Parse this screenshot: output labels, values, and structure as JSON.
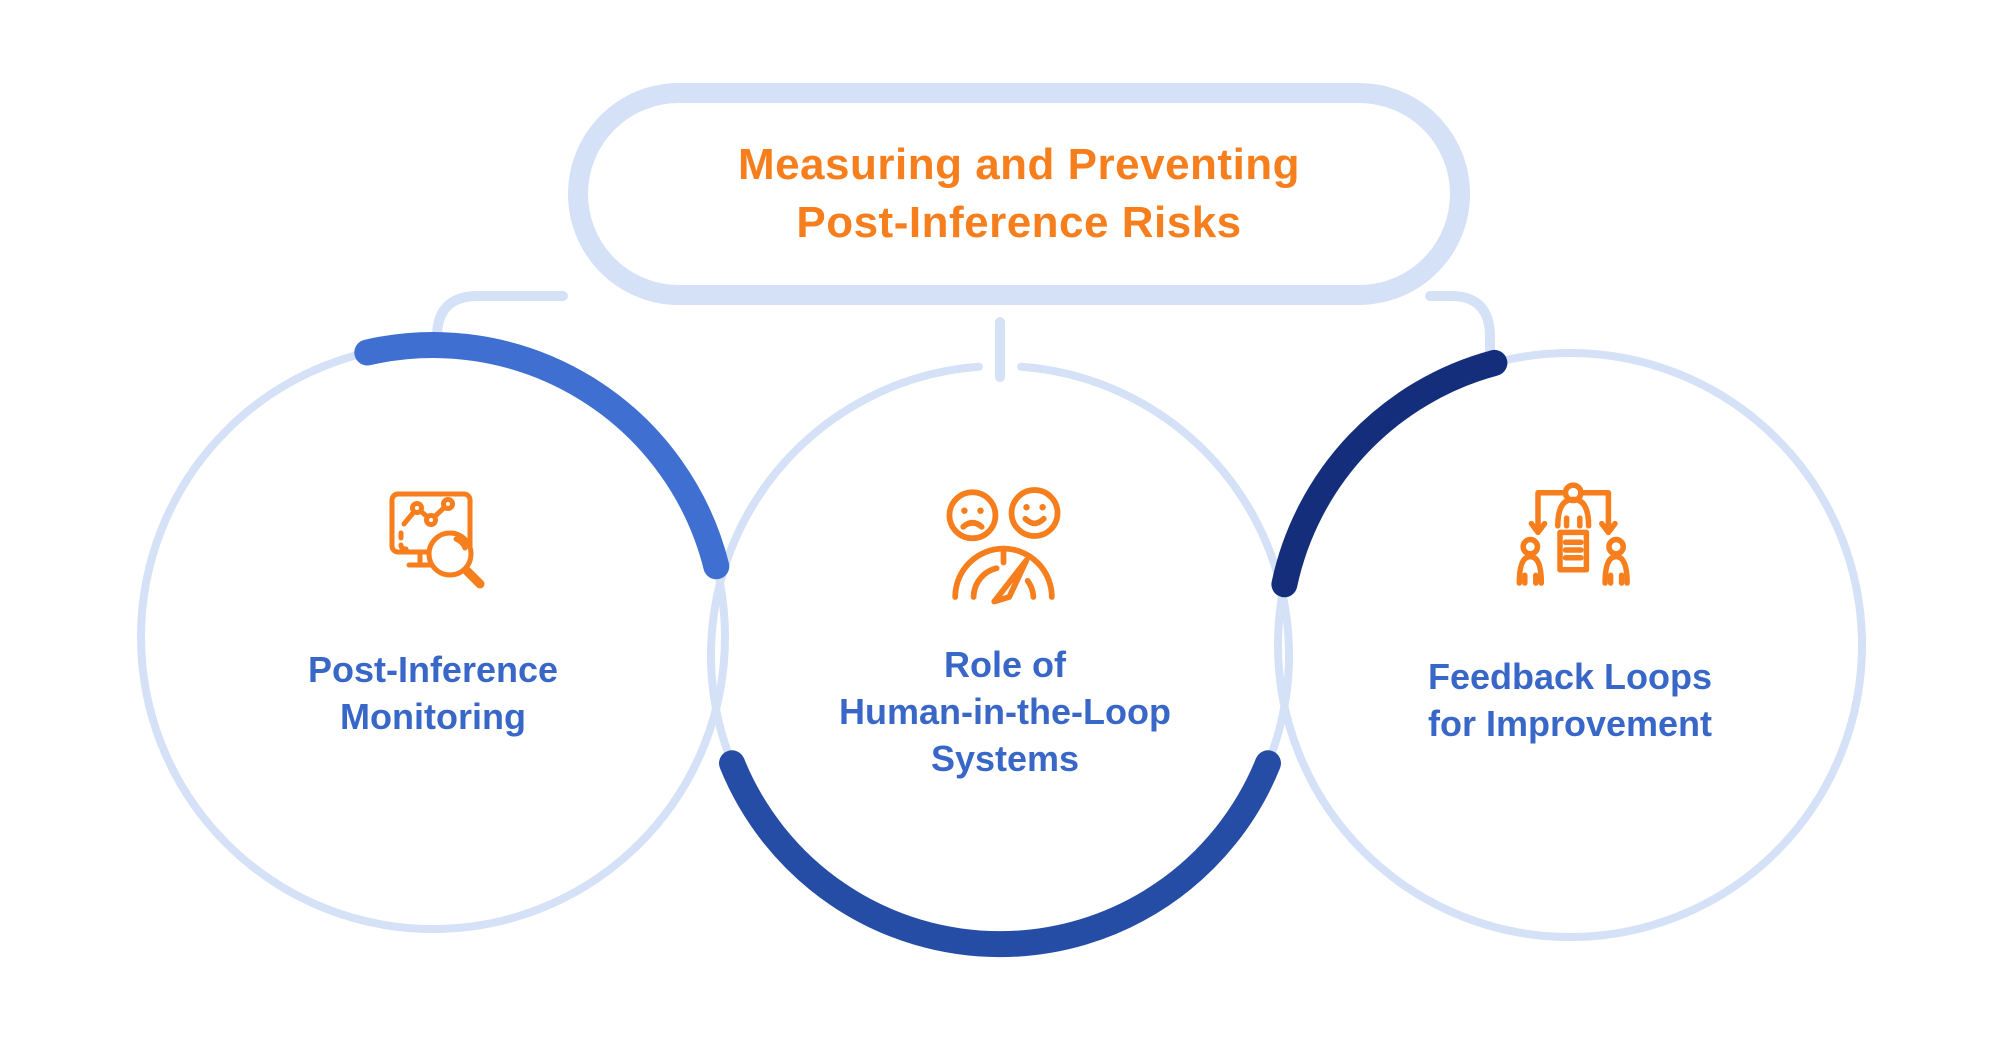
{
  "title": {
    "lines": [
      "Measuring and Preventing",
      "Post-Inference Risks"
    ]
  },
  "nodes": [
    {
      "label_lines": [
        "Post-Inference",
        "Monitoring"
      ],
      "icon": "monitor-analytics-magnifier-icon",
      "accent_arc": "top-right"
    },
    {
      "label_lines": [
        "Role of",
        "Human-in-the-Loop",
        "Systems"
      ],
      "icon": "sad-happy-faces-gauge-icon",
      "accent_arc": "bottom"
    },
    {
      "label_lines": [
        "Feedback Loops",
        "for Improvement"
      ],
      "icon": "person-document-distribution-icon",
      "accent_arc": "top-left"
    }
  ],
  "colors": {
    "background": "#FFFFFF",
    "orange": "#F67E1C",
    "light_blue": "#D5E1F7",
    "node_text": "#3867C8",
    "arc_left": "#3E6FD1",
    "arc_middle": "#254DA6",
    "arc_right": "#142E7C"
  }
}
